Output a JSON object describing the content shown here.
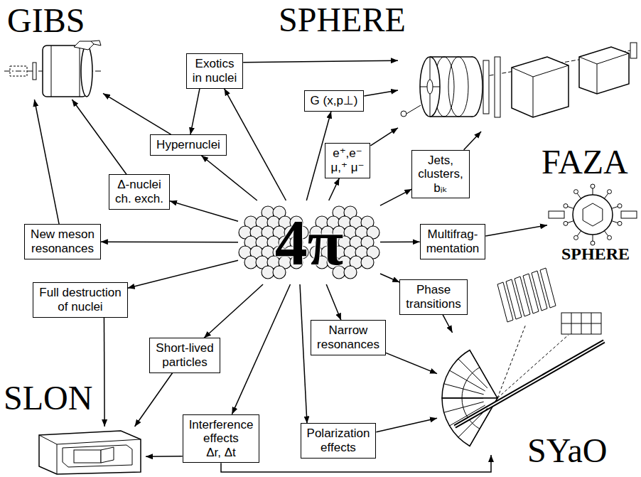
{
  "diagram": {
    "nodes": [
      {
        "text": [
          "GIBS"
        ]
      },
      {
        "text": [
          "SPHERE"
        ]
      },
      {
        "text": [
          "Exotics in nuclei"
        ]
      },
      {
        "text": [
          "G (x,p⊥)"
        ]
      },
      {
        "text": [
          "Hypernuclei"
        ]
      },
      {
        "text": [
          "Δ-nuclei ch. exch."
        ]
      },
      {
        "text": [
          "e⁺,e⁻ μ,⁺ μ⁻"
        ]
      },
      {
        "text": [
          "Jets, clusters, bᵢₖ"
        ]
      },
      {
        "text": [
          "FAZA"
        ]
      },
      {
        "text": [
          "New meson resonances"
        ]
      },
      {
        "text": [
          "Multifrag- mentation"
        ]
      },
      {
        "text": [
          "4π"
        ]
      },
      {
        "text": [
          "Full destruction of nuclei"
        ]
      },
      {
        "text": [
          "Phase transitions"
        ]
      },
      {
        "text": [
          "Short-lived particles"
        ]
      },
      {
        "text": [
          "Narrow resonances"
        ]
      },
      {
        "text": [
          "SLON"
        ]
      },
      {
        "text": [
          "Interference effects Δr, Δt"
        ]
      },
      {
        "text": [
          "Polarization effects"
        ]
      },
      {
        "text": [
          "SYaO"
        ]
      }
    ],
    "edges": [
      {
        "from": 11,
        "to": 2,
        "arrow": "to"
      },
      {
        "from": 11,
        "to": 3,
        "arrow": "to"
      },
      {
        "from": 11,
        "to": 4,
        "arrow": "to"
      },
      {
        "from": 11,
        "to": 5,
        "arrow": "to"
      },
      {
        "from": 11,
        "to": 6,
        "arrow": "to"
      },
      {
        "from": 11,
        "to": 7,
        "arrow": "to"
      },
      {
        "from": 11,
        "to": 9,
        "arrow": "to"
      },
      {
        "from": 11,
        "to": 10,
        "arrow": "to"
      },
      {
        "from": 11,
        "to": 12,
        "arrow": "to"
      },
      {
        "from": 11,
        "to": 13,
        "arrow": "to"
      },
      {
        "from": 11,
        "to": 14,
        "arrow": "to"
      },
      {
        "from": 11,
        "to": 15,
        "arrow": "to"
      },
      {
        "from": 11,
        "to": 17,
        "arrow": "to"
      },
      {
        "from": 11,
        "to": 18,
        "arrow": "to"
      },
      {
        "from": 2,
        "to": 1,
        "arrow": "to"
      },
      {
        "from": 2,
        "to": 4,
        "arrow": "to"
      },
      {
        "from": 4,
        "to": 0,
        "arrow": "to"
      },
      {
        "from": 5,
        "to": 0,
        "arrow": "to"
      },
      {
        "from": 9,
        "to": 0,
        "arrow": "to"
      },
      {
        "from": 3,
        "to": 1,
        "arrow": "to"
      },
      {
        "from": 6,
        "to": 1,
        "arrow": "to"
      },
      {
        "from": 7,
        "to": 1,
        "arrow": "to"
      },
      {
        "from": 10,
        "to": 8,
        "arrow": "to"
      },
      {
        "from": 12,
        "to": 16,
        "arrow": "to"
      },
      {
        "from": 14,
        "to": 16,
        "arrow": "to"
      },
      {
        "from": 17,
        "to": 16,
        "arrow": "to"
      },
      {
        "from": 17,
        "to": 19,
        "arrow": "to"
      },
      {
        "from": 18,
        "to": 19,
        "arrow": "to"
      },
      {
        "from": 15,
        "to": 19,
        "arrow": "to"
      },
      {
        "from": 13,
        "to": 19,
        "arrow": "to"
      }
    ],
    "labels": [
      "SPHERE"
    ]
  }
}
